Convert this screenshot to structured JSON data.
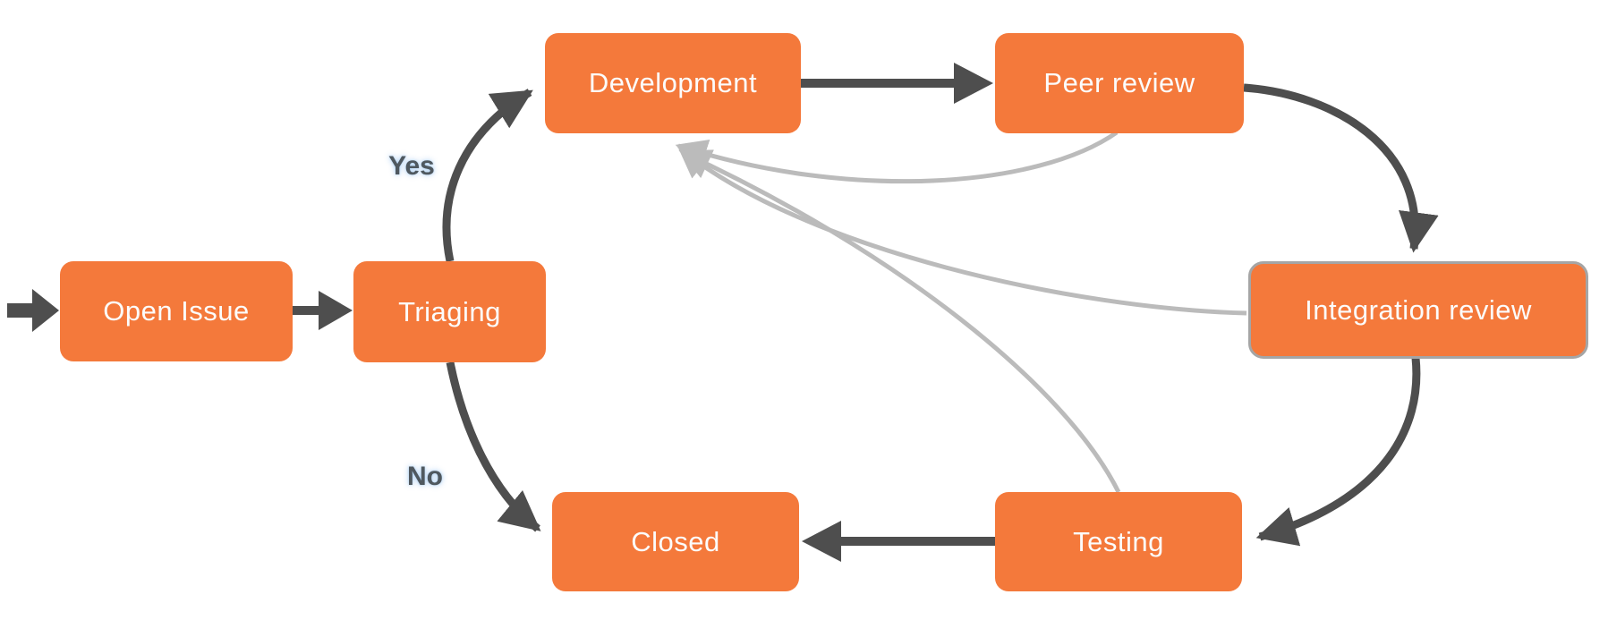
{
  "diagram": {
    "type": "flowchart",
    "background": "#ffffff",
    "nodes": [
      {
        "id": "open-issue",
        "label": "Open Issue"
      },
      {
        "id": "triaging",
        "label": "Triaging"
      },
      {
        "id": "development",
        "label": "Development"
      },
      {
        "id": "peer-review",
        "label": "Peer review"
      },
      {
        "id": "integration-review",
        "label": "Integration review",
        "highlighted": true
      },
      {
        "id": "testing",
        "label": "Testing"
      },
      {
        "id": "closed",
        "label": "Closed"
      }
    ],
    "edge_labels": {
      "yes": "Yes",
      "no": "No"
    },
    "edges": [
      {
        "from": "start",
        "to": "open-issue",
        "style": "dark"
      },
      {
        "from": "open-issue",
        "to": "triaging",
        "style": "dark"
      },
      {
        "from": "triaging",
        "to": "development",
        "style": "dark",
        "label": "Yes"
      },
      {
        "from": "triaging",
        "to": "closed",
        "style": "dark",
        "label": "No"
      },
      {
        "from": "development",
        "to": "peer-review",
        "style": "dark"
      },
      {
        "from": "peer-review",
        "to": "integration-review",
        "style": "dark"
      },
      {
        "from": "integration-review",
        "to": "testing",
        "style": "dark"
      },
      {
        "from": "testing",
        "to": "closed",
        "style": "dark"
      },
      {
        "from": "peer-review",
        "to": "development",
        "style": "light"
      },
      {
        "from": "integration-review",
        "to": "development",
        "style": "light"
      },
      {
        "from": "testing",
        "to": "development",
        "style": "light"
      }
    ],
    "colors": {
      "node_fill": "#F4793B",
      "node_text": "#FCFCFC",
      "highlight_border": "#A5A5A5",
      "edge_dark": "#4E4E4E",
      "edge_light": "#BBBBBB",
      "edge_label_text": "#4F585F"
    }
  }
}
